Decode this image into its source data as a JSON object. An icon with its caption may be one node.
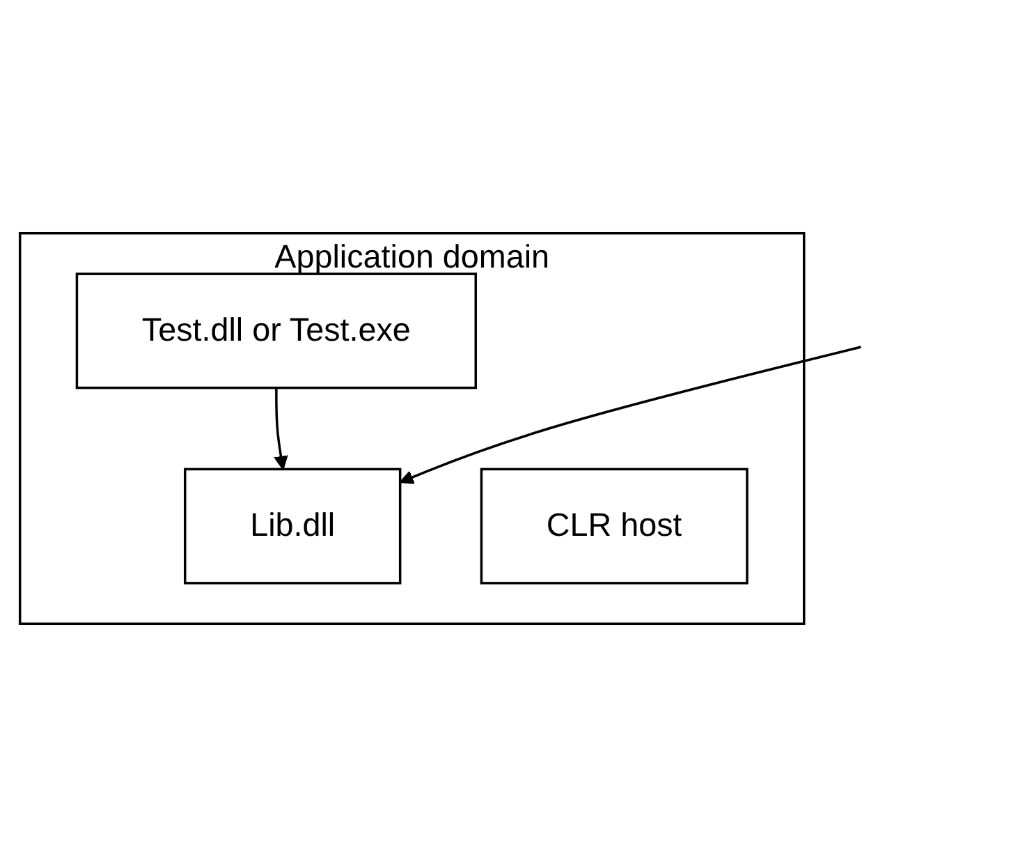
{
  "diagram": {
    "nodes": [
      {
        "text": [
          "Application domain"
        ]
      },
      {
        "text": [
          "Test.dll or Test.exe"
        ],
        "in": 0
      },
      {
        "text": [
          "Lib.dll"
        ],
        "in": 0
      },
      {
        "text": [
          "CLR host"
        ],
        "in": 0
      }
    ],
    "edges": [
      {
        "from": 1,
        "to": 2,
        "arrow": "to"
      },
      {
        "from": null,
        "to": 2,
        "arrow": "to"
      }
    ]
  }
}
